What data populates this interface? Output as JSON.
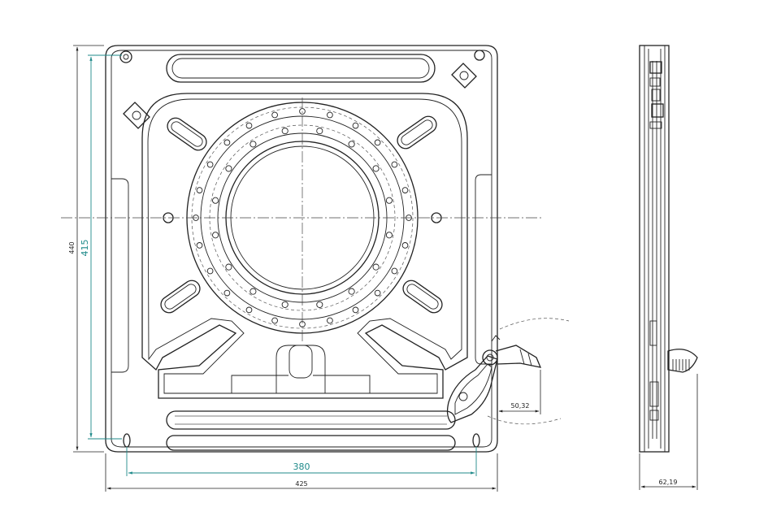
{
  "dimensions": {
    "height_outer": "440",
    "height_inner": "415",
    "width_inner": "380",
    "width_outer": "425",
    "lever_offset": "50,32",
    "side_thickness": "62,19"
  },
  "colors": {
    "line": "#222222",
    "dimension_highlight": "#1f8a8a"
  }
}
